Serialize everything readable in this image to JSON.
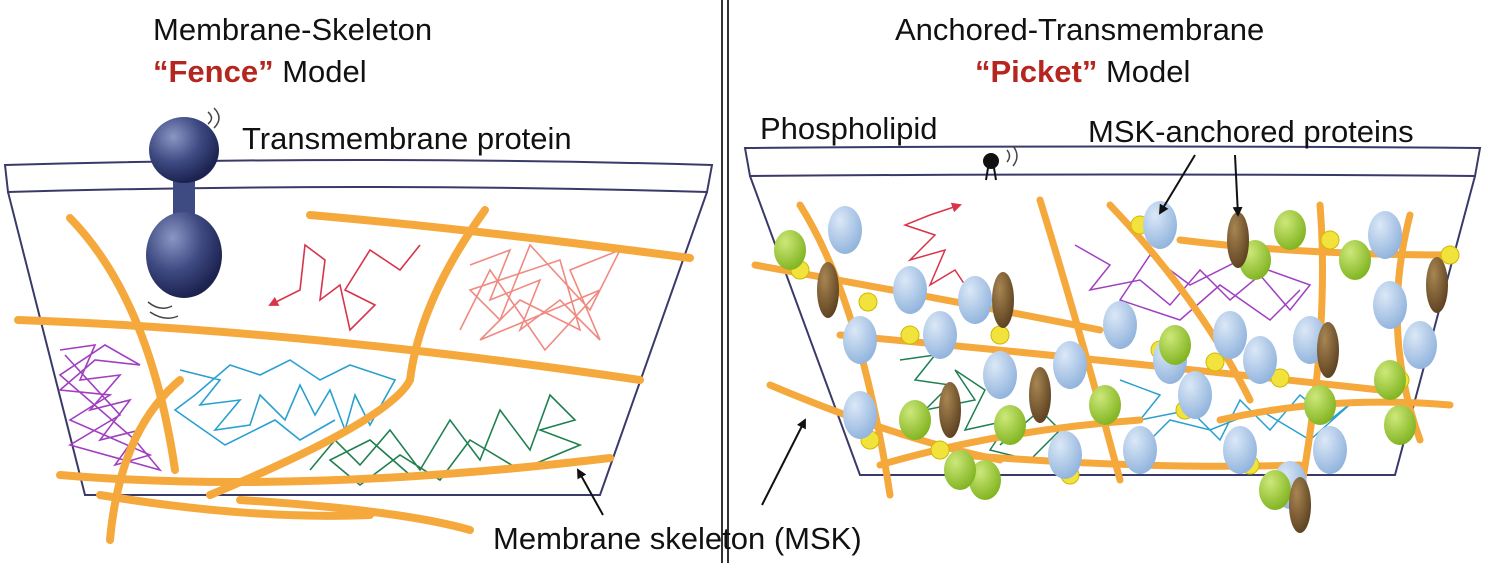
{
  "colors": {
    "highlight": "#b5261e",
    "skeleton": "#f5a93c",
    "outline": "#3a3a6a",
    "protein_blue": "#a9c6e8",
    "protein_green": "#9acd32",
    "protein_brown": "#7a5a32",
    "path_red": "#d8344a",
    "path_salmon": "#f08a80",
    "path_purple": "#a040c0",
    "path_cyan": "#2aa0d0",
    "path_green": "#1f8050"
  },
  "left_panel": {
    "title_line1": "Membrane-Skeleton",
    "title_quote": "“Fence”",
    "title_model": " Model",
    "protein_label": "Transmembrane protein"
  },
  "right_panel": {
    "title_line1": "Anchored-Transmembrane",
    "title_quote": "“Picket”",
    "title_model": " Model",
    "phospholipid_label": "Phospholipid",
    "anchored_label": "MSK-anchored proteins"
  },
  "bottom_label": "Membrane skeleton (MSK)",
  "icons": [
    "transmembrane-protein-icon",
    "phospholipid-icon",
    "blue-protein-icon",
    "green-protein-icon",
    "brown-protein-icon",
    "arrow-icon"
  ]
}
